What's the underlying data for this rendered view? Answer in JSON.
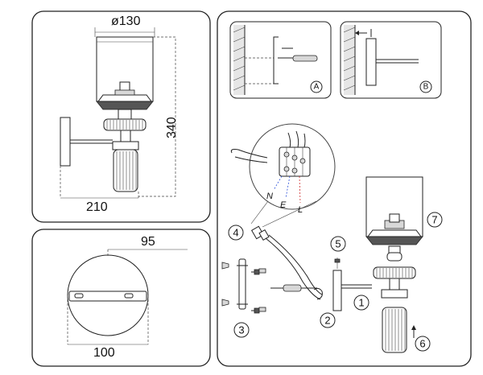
{
  "dimensions": {
    "shade_diameter": "ø130",
    "height": "340",
    "projection": "210",
    "plate_width": "95",
    "plate_diameter": "100"
  },
  "step_labels": {
    "a": "A",
    "b": "B",
    "s1": "1",
    "s2": "2",
    "s3": "3",
    "s4": "4",
    "s5": "5",
    "s6": "6",
    "s7": "7"
  },
  "wire_labels": {
    "n": "N",
    "e": "E",
    "l": "L"
  }
}
